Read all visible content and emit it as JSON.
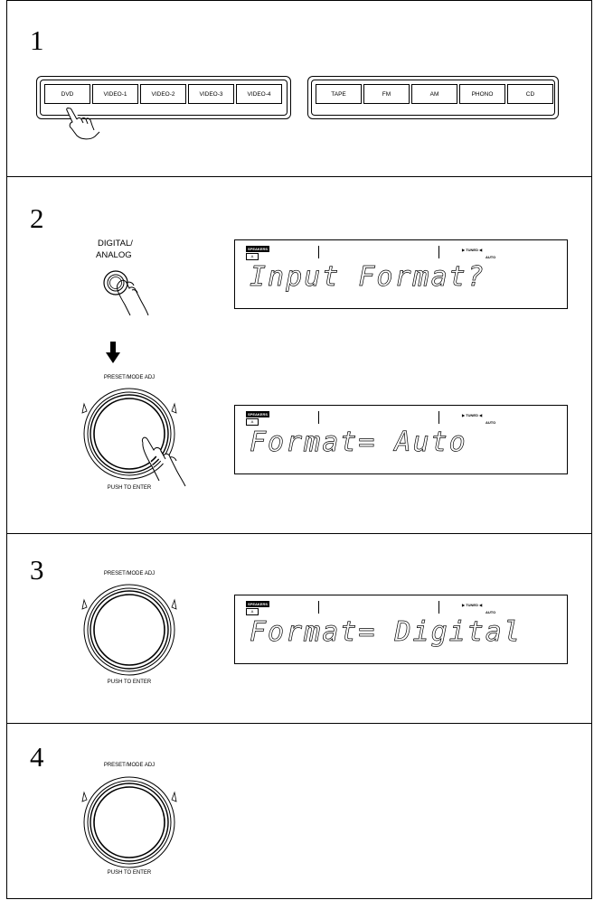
{
  "steps": [
    "1",
    "2",
    "3",
    "4"
  ],
  "step1": {
    "left_buttons": [
      "DVD",
      "VIDEO-1",
      "VIDEO-2",
      "VIDEO-3",
      "VIDEO-4"
    ],
    "right_buttons": [
      "TAPE",
      "FM",
      "AM",
      "PHONO",
      "CD"
    ]
  },
  "step2": {
    "button_label_line1": "DIGITAL/",
    "button_label_line2": "ANALOG"
  },
  "knob": {
    "top_label": "PRESET/MODE ADJ",
    "bottom_label": "PUSH TO ENTER"
  },
  "display": {
    "speakers": "SPEAKERS",
    "speakers_a": "A",
    "tuned": "▶ TUNED ◀",
    "auto": "AUTO"
  },
  "messages": [
    "Input Format?",
    "Format= Auto",
    "Format= Digital"
  ],
  "icons": [
    "pointing-hand-icon",
    "down-arrow-icon",
    "rotary-knob-icon",
    "round-button-icon"
  ]
}
